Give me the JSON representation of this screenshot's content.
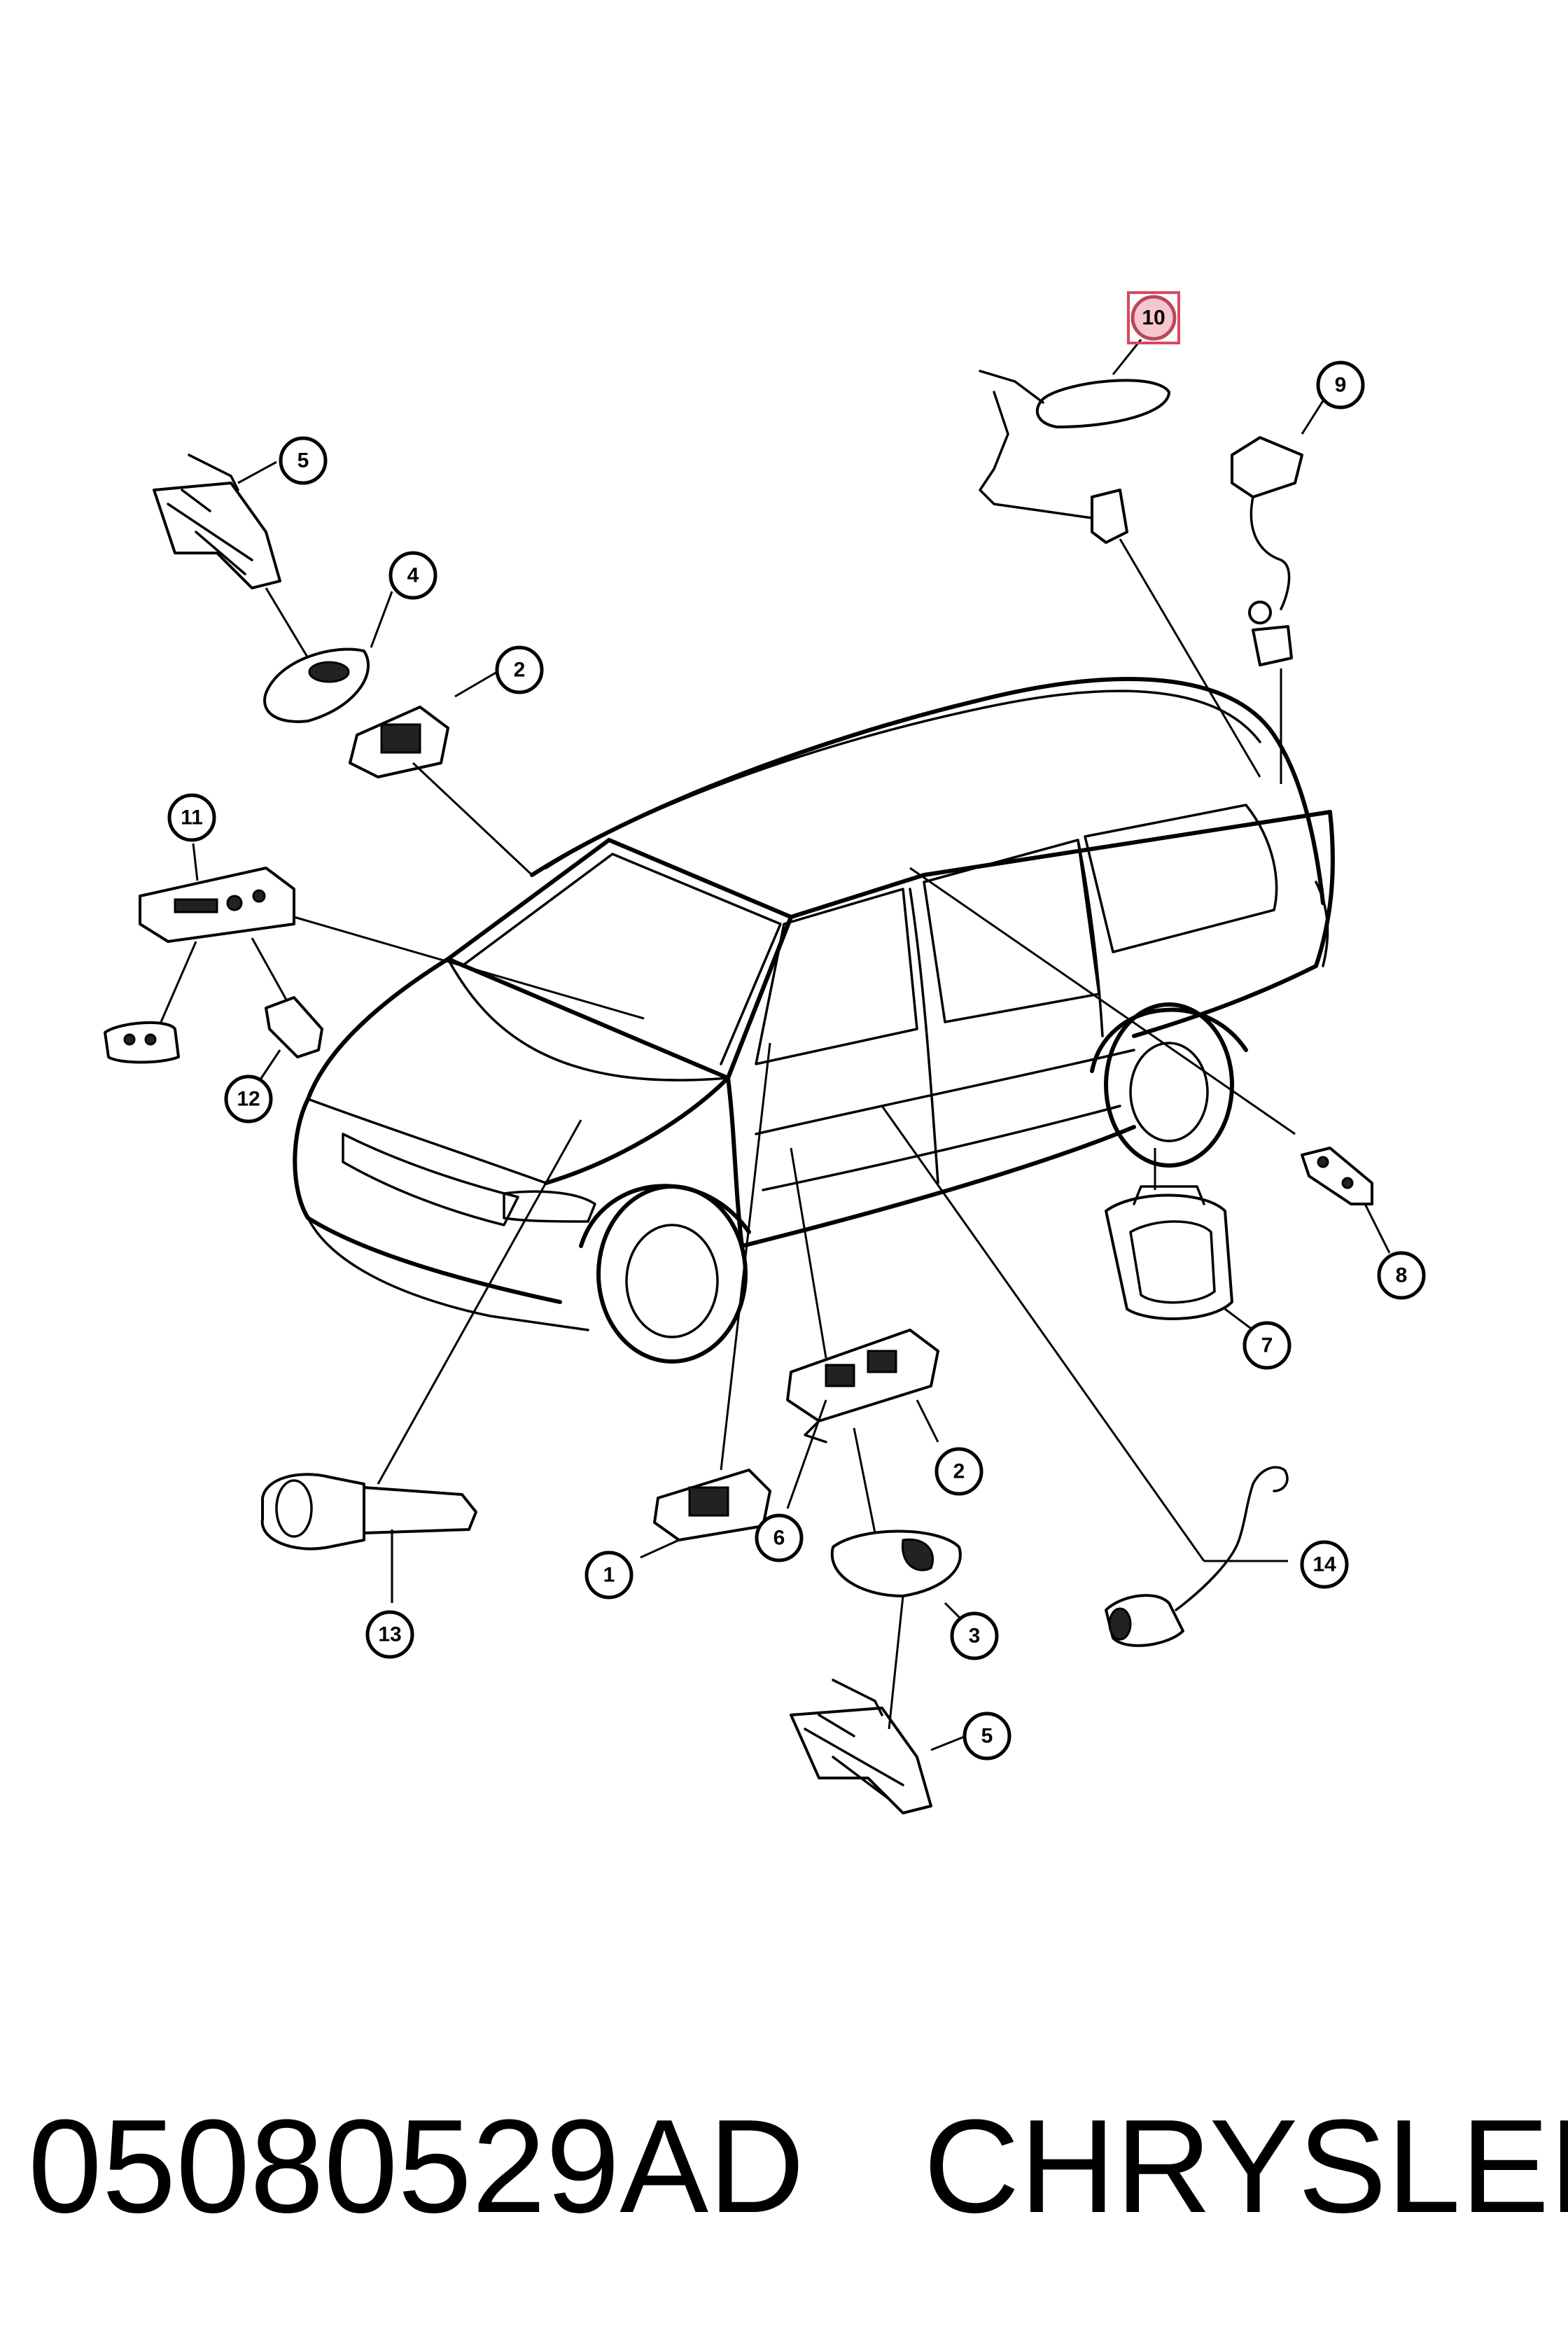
{
  "callouts": [
    "1",
    "2",
    "2",
    "3",
    "4",
    "5",
    "5",
    "6",
    "7",
    "8",
    "9",
    "10",
    "11",
    "12",
    "13",
    "14"
  ],
  "selected_callout": "10",
  "footer": {
    "part_number": "05080529AD",
    "brand": "CHRYSLER"
  }
}
